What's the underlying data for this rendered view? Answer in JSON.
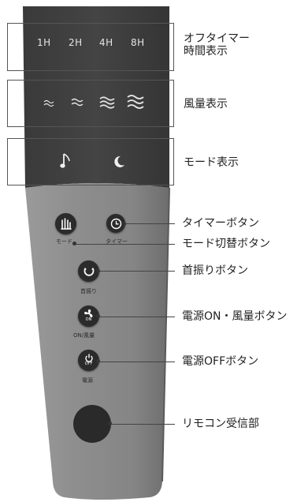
{
  "timer_display": {
    "items": [
      "1H",
      "2H",
      "4H",
      "8H"
    ]
  },
  "wind_display": {
    "icons": [
      "wind-level-1-icon",
      "wind-level-2-icon",
      "wind-level-3-icon",
      "wind-level-4-icon"
    ]
  },
  "mode_display": {
    "icons": [
      "music-note-icon",
      "moon-icon"
    ]
  },
  "buttons": {
    "mode_caption": "モード",
    "timer_caption": "タイマー",
    "swing_caption": "首振り",
    "power_on_icon_text": "ON",
    "power_on_caption": "ON/風量",
    "power_off_icon_text": "OFF",
    "power_off_caption": "電源"
  },
  "callouts": {
    "off_timer_line1": "オフタイマー",
    "off_timer_line2": "時間表示",
    "wind_display": "風量表示",
    "mode_display": "モード表示",
    "timer_button": "タイマーボタン",
    "mode_switch_button": "モード切替ボタン",
    "swing_button": "首振りボタン",
    "power_on_button": "電源ON・風量ボタン",
    "power_off_button": "電源OFFボタン",
    "remote_sensor": "リモコン受信部"
  },
  "colors": {
    "body_dark": "#3c3c3c",
    "body_light": "#8c8c8c",
    "button": "#2b2b2b",
    "callout_text": "#222222"
  }
}
